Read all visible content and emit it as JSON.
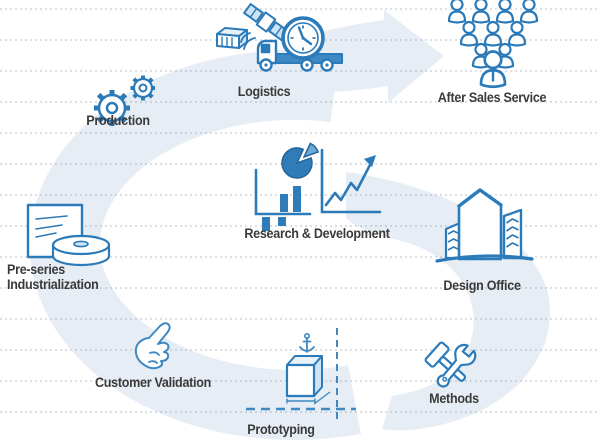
{
  "diagram": {
    "description": "Product lifecycle loop diagram",
    "stages": {
      "production": {
        "label": "Production",
        "icon": "gears-icon"
      },
      "logistics": {
        "label": "Logistics",
        "icon": "truck-clock-satellite-package-icon"
      },
      "after_sales": {
        "label": "After Sales Service",
        "icon": "team-pyramid-icon"
      },
      "research_development": {
        "label": "Research & Development",
        "icon": "pie-bar-line-charts-icon"
      },
      "design_office": {
        "label": "Design Office",
        "icon": "buildings-icon"
      },
      "methods": {
        "label": "Methods",
        "icon": "hammer-wrench-icon"
      },
      "prototyping": {
        "label": "Prototyping",
        "icon": "cube-dimension-icon"
      },
      "customer_validation": {
        "label": "Customer Validation",
        "icon": "thumbs-up-icon"
      },
      "preseries": {
        "label_line1": "Pre-series",
        "label_line2": "Industrialization",
        "icon": "document-disc-icon"
      }
    },
    "flow": {
      "shape": "circular-loop-with-exit-arrow",
      "exit_arrow_points_to": "After Sales Service"
    },
    "colors": {
      "band": "#e7edf4",
      "icon_stroke": "#2b7ab9",
      "icon_fill_light": "#cfe3f3",
      "icon_fill_solid": "#3e89c4",
      "label_text": "#3a3a3a"
    }
  }
}
